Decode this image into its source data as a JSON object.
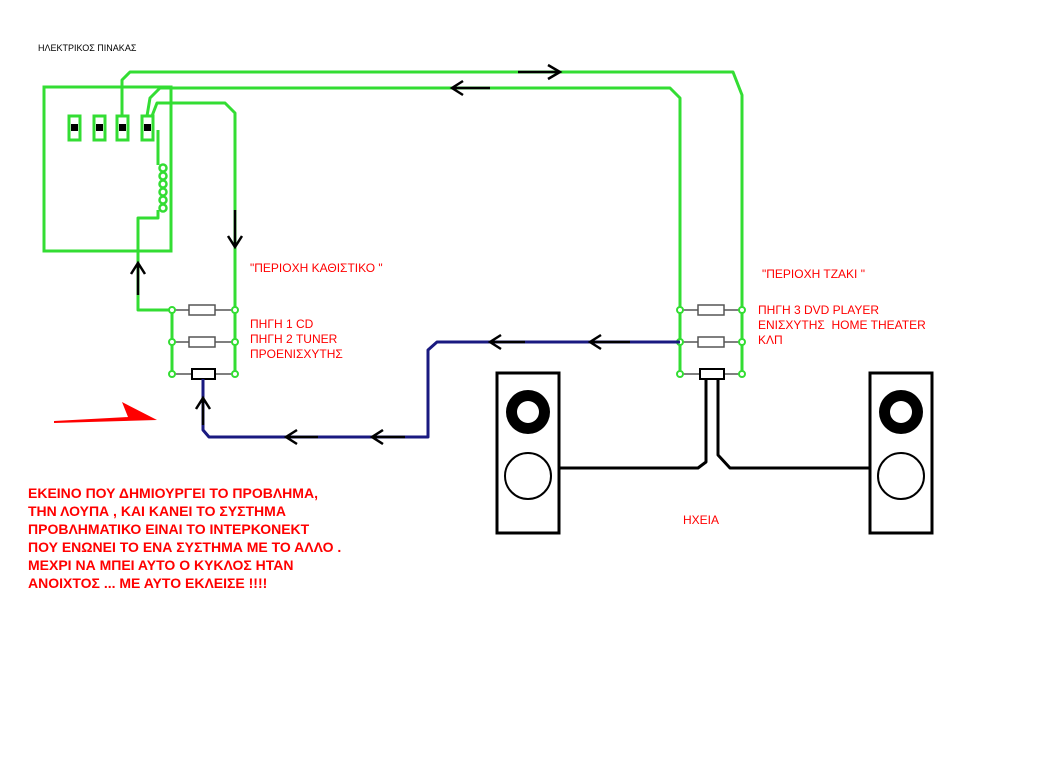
{
  "colors": {
    "background": "#ffffff",
    "power_wire": "#33dd33",
    "interconnect_wire": "#1a1a80",
    "speaker_wire": "#000000",
    "text_red": "#ff0000",
    "text_black": "#000000"
  },
  "panel": {
    "title": "ΗΛΕΚΤΡΙΚΟΣ ΠΙΝΑΚΑΣ",
    "icons": [
      "breaker-icon",
      "breaker-icon",
      "breaker-icon",
      "breaker-icon",
      "coil-icon"
    ]
  },
  "areas": {
    "living_room": "\"ΠΕΡΙΟΧΗ ΚΑΘΙΣΤΙΚΟ \"",
    "fireplace": "\"ΠΕΡΙΟΧΗ ΤΖΑΚΙ \""
  },
  "living_room_sources": [
    "ΠΗΓΗ 1 CD",
    "ΠΗΓΗ 2 TUNER",
    "ΠΡΟΕΝΙΣΧΥΤΗΣ"
  ],
  "fireplace_sources": [
    "ΠΗΓΗ 3 DVD PLAYER",
    "ΕΝΙΣΧΥΤΗΣ  HOME THEATER",
    "ΚΛΠ"
  ],
  "speakers": {
    "label": "ΗΧΕΙΑ",
    "icons": [
      "speaker-icon",
      "speaker-icon"
    ]
  },
  "note_lines": [
    "ΕΚΕΙΝΟ ΠΟΥ ΔΗΜΙΟΥΡΓΕΙ ΤΟ ΠΡΟΒΛΗΜΑ,",
    "ΤΗΝ ΛΟΥΠΑ , ΚΑΙ ΚΑΝΕΙ ΤΟ ΣΥΣΤΗΜΑ",
    "ΠΡΟΒΛΗΜΑΤΙΚΟ ΕΙΝΑΙ ΤΟ ΙΝΤΕΡΚΟΝΕΚΤ",
    "ΠΟΥ ΕΝΩΝΕΙ ΤΟ ΕΝΑ ΣΥΣΤΗΜΑ ΜΕ ΤΟ ΑΛΛΟ .",
    "ΜΕΧΡΙ ΝΑ ΜΠΕΙ ΑΥΤΟ Ο ΚΥΚΛΟΣ ΗΤΑΝ",
    "ΑΝΟΙΧΤΟΣ ... ΜΕ ΑΥΤΟ ΕΚΛΕΙΣΕ !!!!"
  ],
  "pointer_icon": "red-arrow-icon"
}
